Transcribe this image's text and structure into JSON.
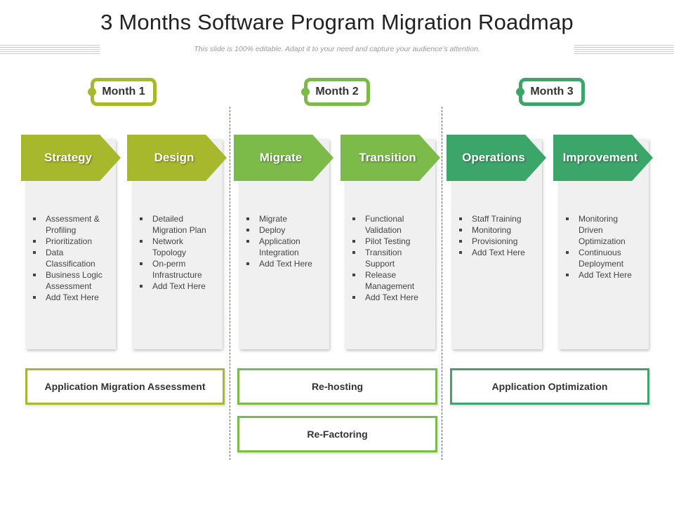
{
  "title": "3 Months Software Program Migration Roadmap",
  "subtitle": "This slide is 100% editable. Adapt it to your need and capture your audience’s attention.",
  "colors": {
    "olive": "#a8b82c",
    "light_green": "#7cba4a",
    "green": "#3ca56a",
    "month1_border": "#a8b82c",
    "month2_border": "#7cba4a",
    "month3_border": "#3ca56a"
  },
  "months": [
    {
      "label": "Month 1"
    },
    {
      "label": "Month 2"
    },
    {
      "label": "Month 3"
    }
  ],
  "stages": [
    {
      "label": "Strategy",
      "color": "#a8b82c",
      "items": [
        "Assessment & Profiling",
        "Prioritization",
        "Data Classification",
        "Business Logic Assessment",
        "Add Text Here"
      ]
    },
    {
      "label": "Design",
      "color": "#a8b82c",
      "items": [
        "Detailed Migration Plan",
        "Network Topology",
        "On-perm Infrastructure",
        "Add Text Here"
      ]
    },
    {
      "label": "Migrate",
      "color": "#7cba4a",
      "items": [
        "Migrate",
        "Deploy",
        "Application Integration",
        "Add Text Here"
      ]
    },
    {
      "label": "Transition",
      "color": "#7cba4a",
      "items": [
        "Functional Validation",
        "Pilot Testing",
        "Transition Support",
        "Release Management",
        "Add Text Here"
      ]
    },
    {
      "label": "Operations",
      "color": "#3ca56a",
      "items": [
        "Staff Training",
        "Monitoring",
        "Provisioning",
        "Add Text Here"
      ]
    },
    {
      "label": "Improvement",
      "color": "#3ca56a",
      "items": [
        "Monitoring Driven Optimization",
        "Continuous Deployment",
        "Add Text Here"
      ]
    }
  ],
  "phases": [
    {
      "label": "Application Migration Assessment",
      "color": "#a8b82c"
    },
    {
      "label": "Re-hosting",
      "color": "#7cba4a"
    },
    {
      "label": "Re-Factoring",
      "color": "#7cba4a"
    },
    {
      "label": "Application Optimization",
      "color": "#3ca56a"
    }
  ]
}
